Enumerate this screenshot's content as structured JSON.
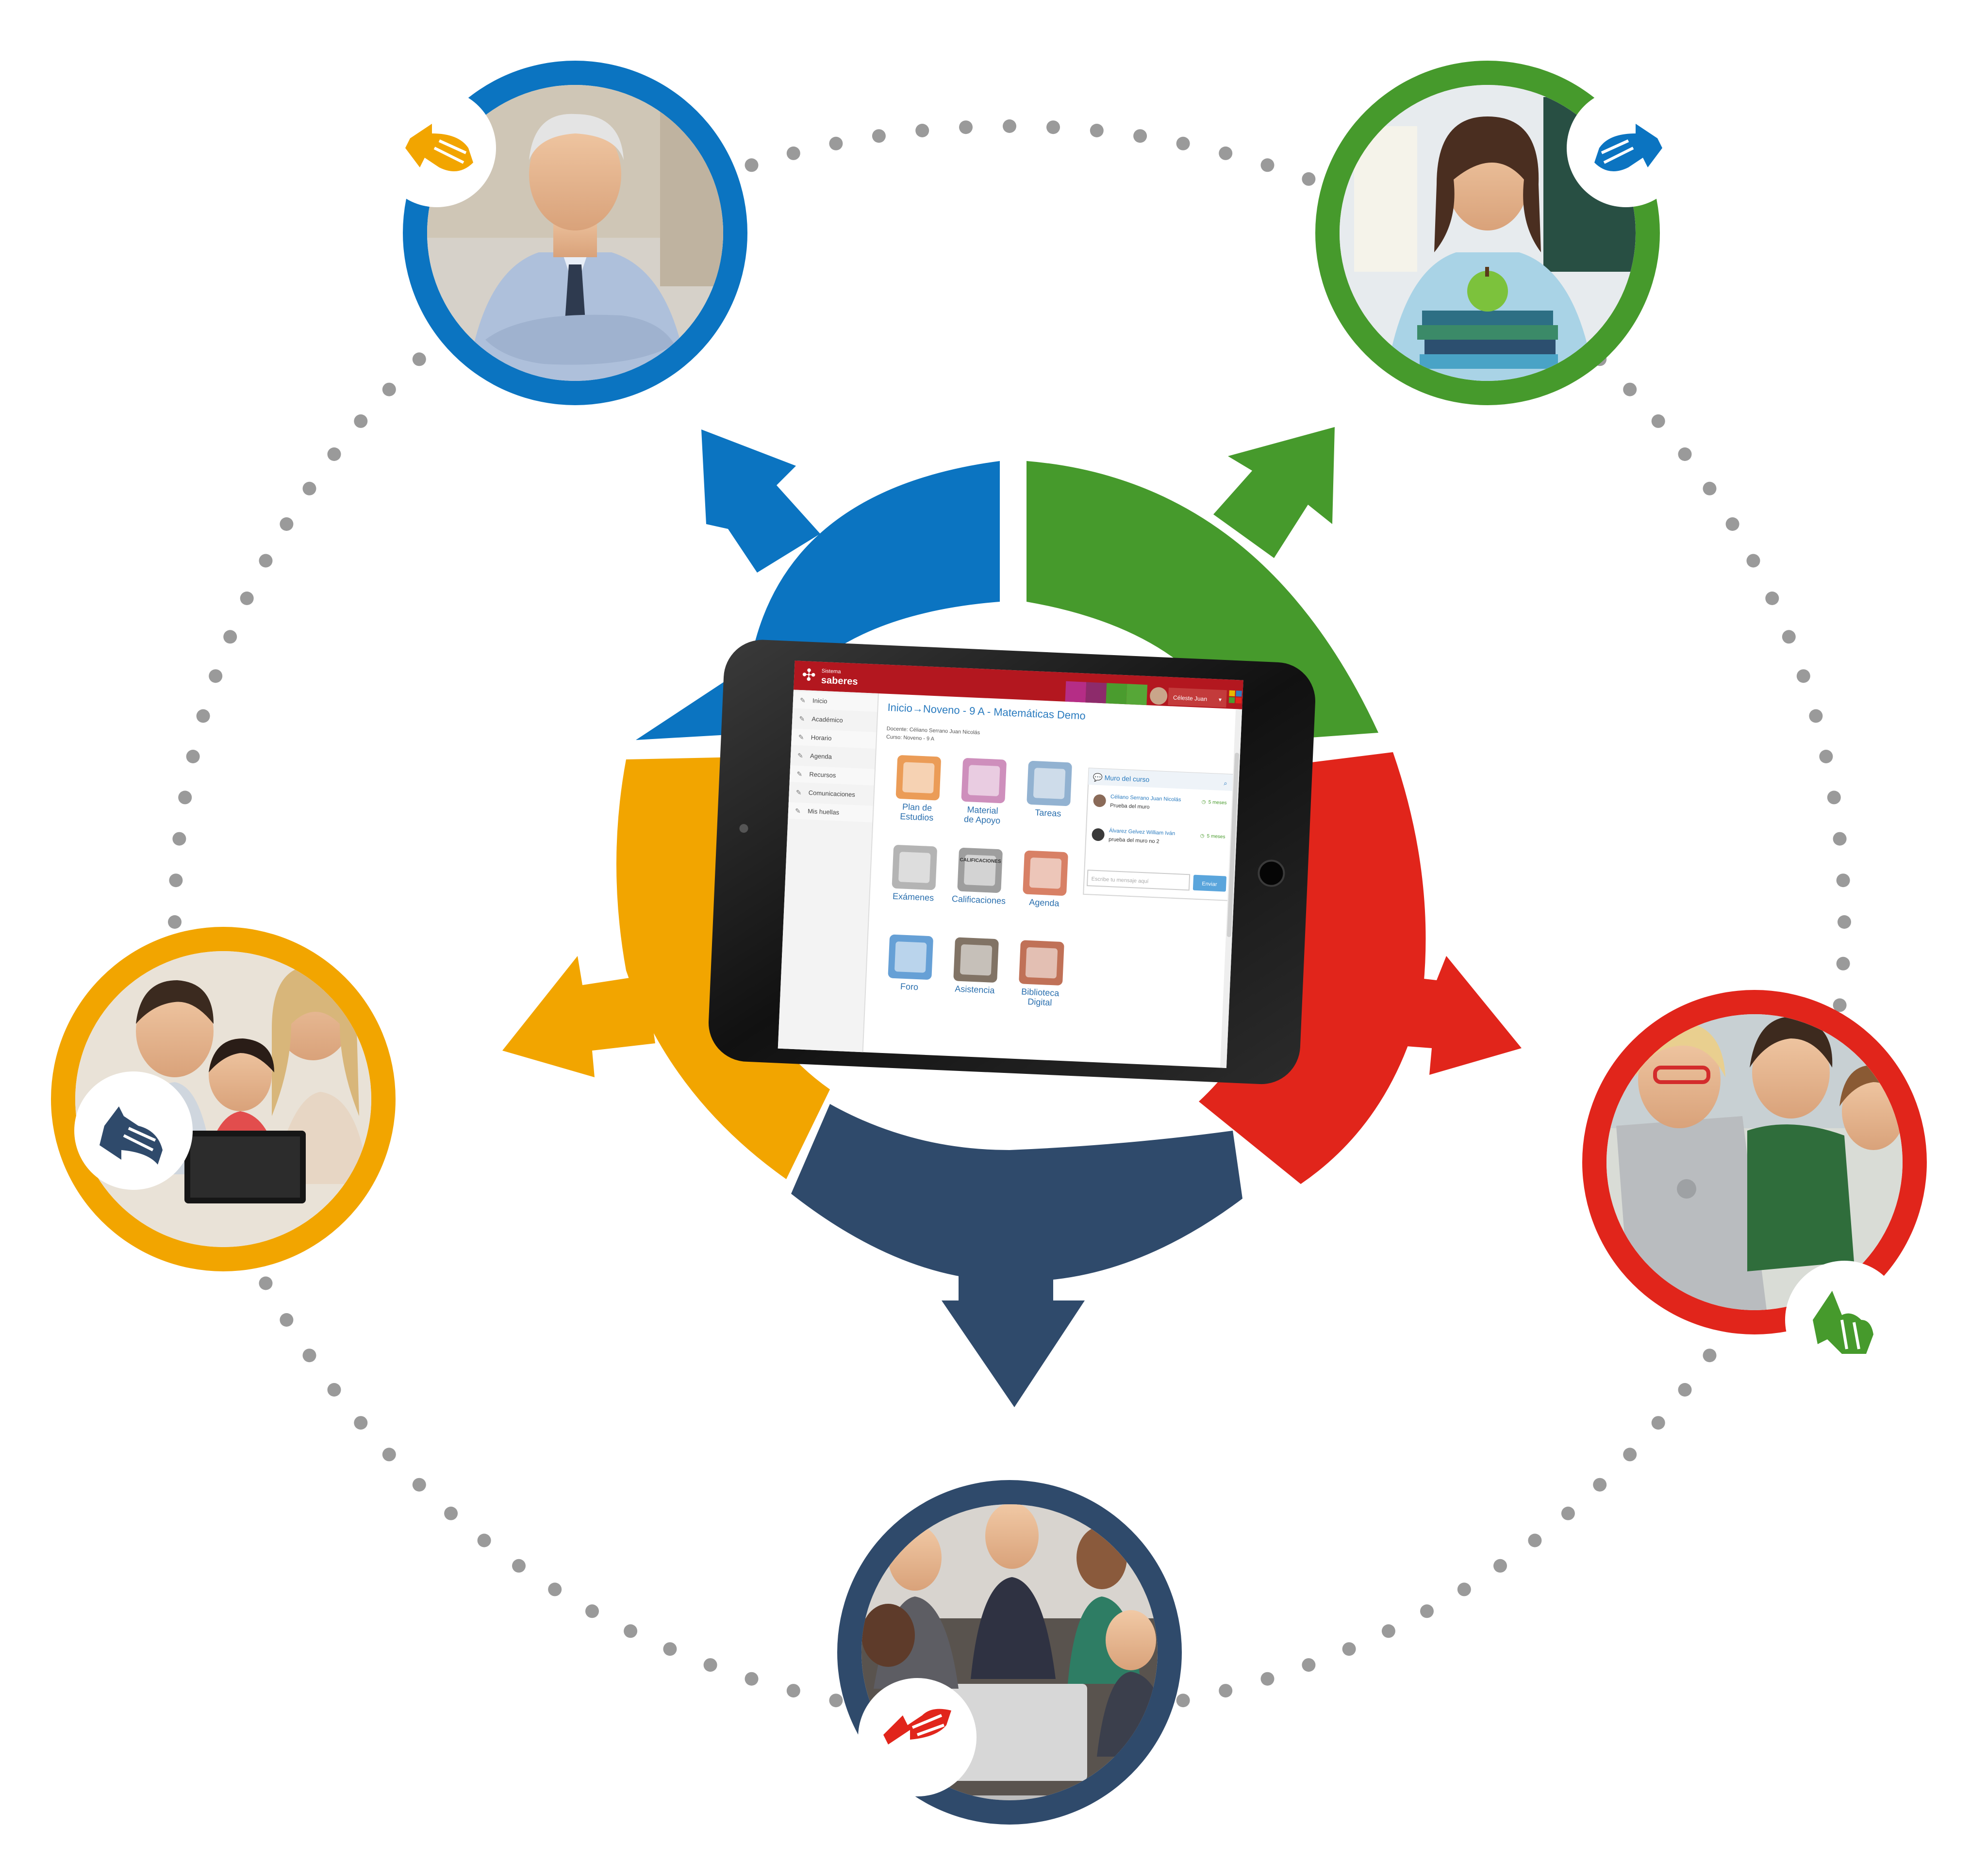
{
  "colors": {
    "blue": "#0b74c1",
    "green": "#469a2c",
    "red": "#e1251b",
    "orange": "#f2a500",
    "navy": "#2f4a6b",
    "dots": "#9a9a9a",
    "app_brand": "#b3171f"
  },
  "roles": [
    {
      "key": "director",
      "color": "#0b74c1",
      "hand_color": "#f2a500",
      "icon": "pointing-hand-icon"
    },
    {
      "key": "teacher",
      "color": "#469a2c",
      "hand_color": "#0b74c1",
      "icon": "pointing-hand-icon"
    },
    {
      "key": "students",
      "color": "#e1251b",
      "hand_color": "#469a2c",
      "icon": "pointing-hand-icon"
    },
    {
      "key": "staff",
      "color": "#2f4a6b",
      "hand_color": "#e1251b",
      "icon": "pointing-hand-icon"
    },
    {
      "key": "parents",
      "color": "#f2a500",
      "hand_color": "#2f4a6b",
      "icon": "pointing-hand-icon"
    }
  ],
  "app": {
    "logo_small": "Sistema",
    "logo_brand": "saberes",
    "user_label": "Céleste Juan",
    "breadcrumb": "Inicio→Noveno - 9 A - Matemáticas Demo",
    "teacher_line": "Docente: Céliano Serrano Juan Nicolás",
    "course_line": "Curso: Noveno - 9 A",
    "sidebar": [
      "Inicio",
      "Académico",
      "Horario",
      "Agenda",
      "Recursos",
      "Comunicaciones",
      "Mis huellas"
    ],
    "tiles": [
      [
        "Plan de",
        "Estudios"
      ],
      [
        "Material",
        "de Apoyo"
      ],
      [
        "Tareas"
      ],
      [
        "Exámenes"
      ],
      [
        "Calificaciones"
      ],
      [
        "Agenda"
      ],
      [
        "Foro"
      ],
      [
        "Asistencia"
      ],
      [
        "Biblioteca",
        "Digital"
      ]
    ],
    "grades_tag": "CALIFICACIONES",
    "wall": {
      "title": "Muro del curso",
      "posts": [
        {
          "author": "Céliano Serrano Juan Nicolás",
          "text": "Prueba del muro",
          "time": "5 meses"
        },
        {
          "author": "Álvarez Gelvez William Iván",
          "text": "prueba del muro no 2",
          "time": "5 meses"
        }
      ],
      "input_placeholder": "Escribe tu mensaje aquí",
      "send_label": "Enviar"
    }
  }
}
